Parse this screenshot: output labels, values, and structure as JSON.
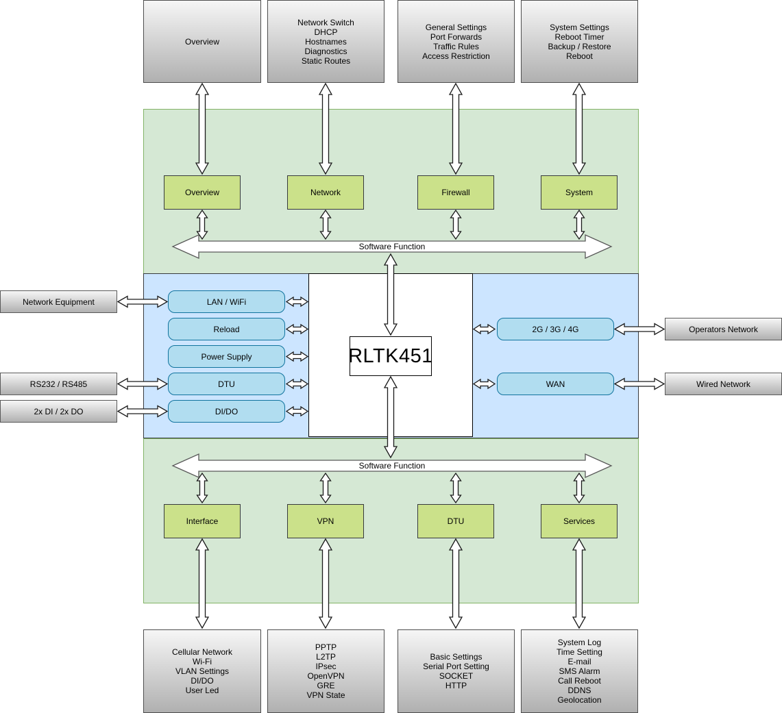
{
  "colors": {
    "band_green": "#d5e8d4",
    "band_green_border": "#82b366",
    "band_blue": "#cce5ff",
    "band_blue_border": "#36393d",
    "menu_green": "#cbe18a",
    "module_blue": "#b1ddf0",
    "module_blue_border": "#10739e",
    "gray_gradient_top": "#f6f6f6",
    "gray_gradient_bottom": "#b0b0b0"
  },
  "chip_label": "RLTK451",
  "software_top": {
    "bus_label": "Software Function",
    "menus": [
      "Overview",
      "Network",
      "Firewall",
      "System"
    ]
  },
  "software_bottom": {
    "bus_label": "Software Function",
    "menus": [
      "Interface",
      "VPN",
      "DTU",
      "Services"
    ]
  },
  "top_pages": [
    "Overview",
    "Network Switch\nDHCP\nHostnames\nDiagnostics\nStatic Routes",
    "General Settings\nPort Forwards\nTraffic Rules\nAccess Restriction",
    "System Settings\nReboot Timer\nBackup / Restore\nReboot"
  ],
  "bottom_pages": [
    "Cellular Network\nWi-Fi\nVLAN Settings\nDI/DO\nUser Led",
    "PPTP\nL2TP\nIPsec\nOpenVPN\nGRE\nVPN State",
    "Basic Settings\nSerial Port Setting\nSOCKET\nHTTP",
    "System Log\nTime Setting\nE-mail\nSMS Alarm\nCall Reboot\nDDNS\nGeolocation"
  ],
  "hardware": {
    "left_modules": [
      "LAN / WiFi",
      "Reload",
      "Power Supply",
      "DTU",
      "DI/DO"
    ],
    "right_modules": [
      "2G / 3G / 4G",
      "WAN"
    ],
    "left_external": [
      "Network Equipment",
      "RS232 / RS485",
      "2x DI / 2x DO"
    ],
    "right_external": [
      "Operators Network",
      "Wired Network"
    ]
  }
}
